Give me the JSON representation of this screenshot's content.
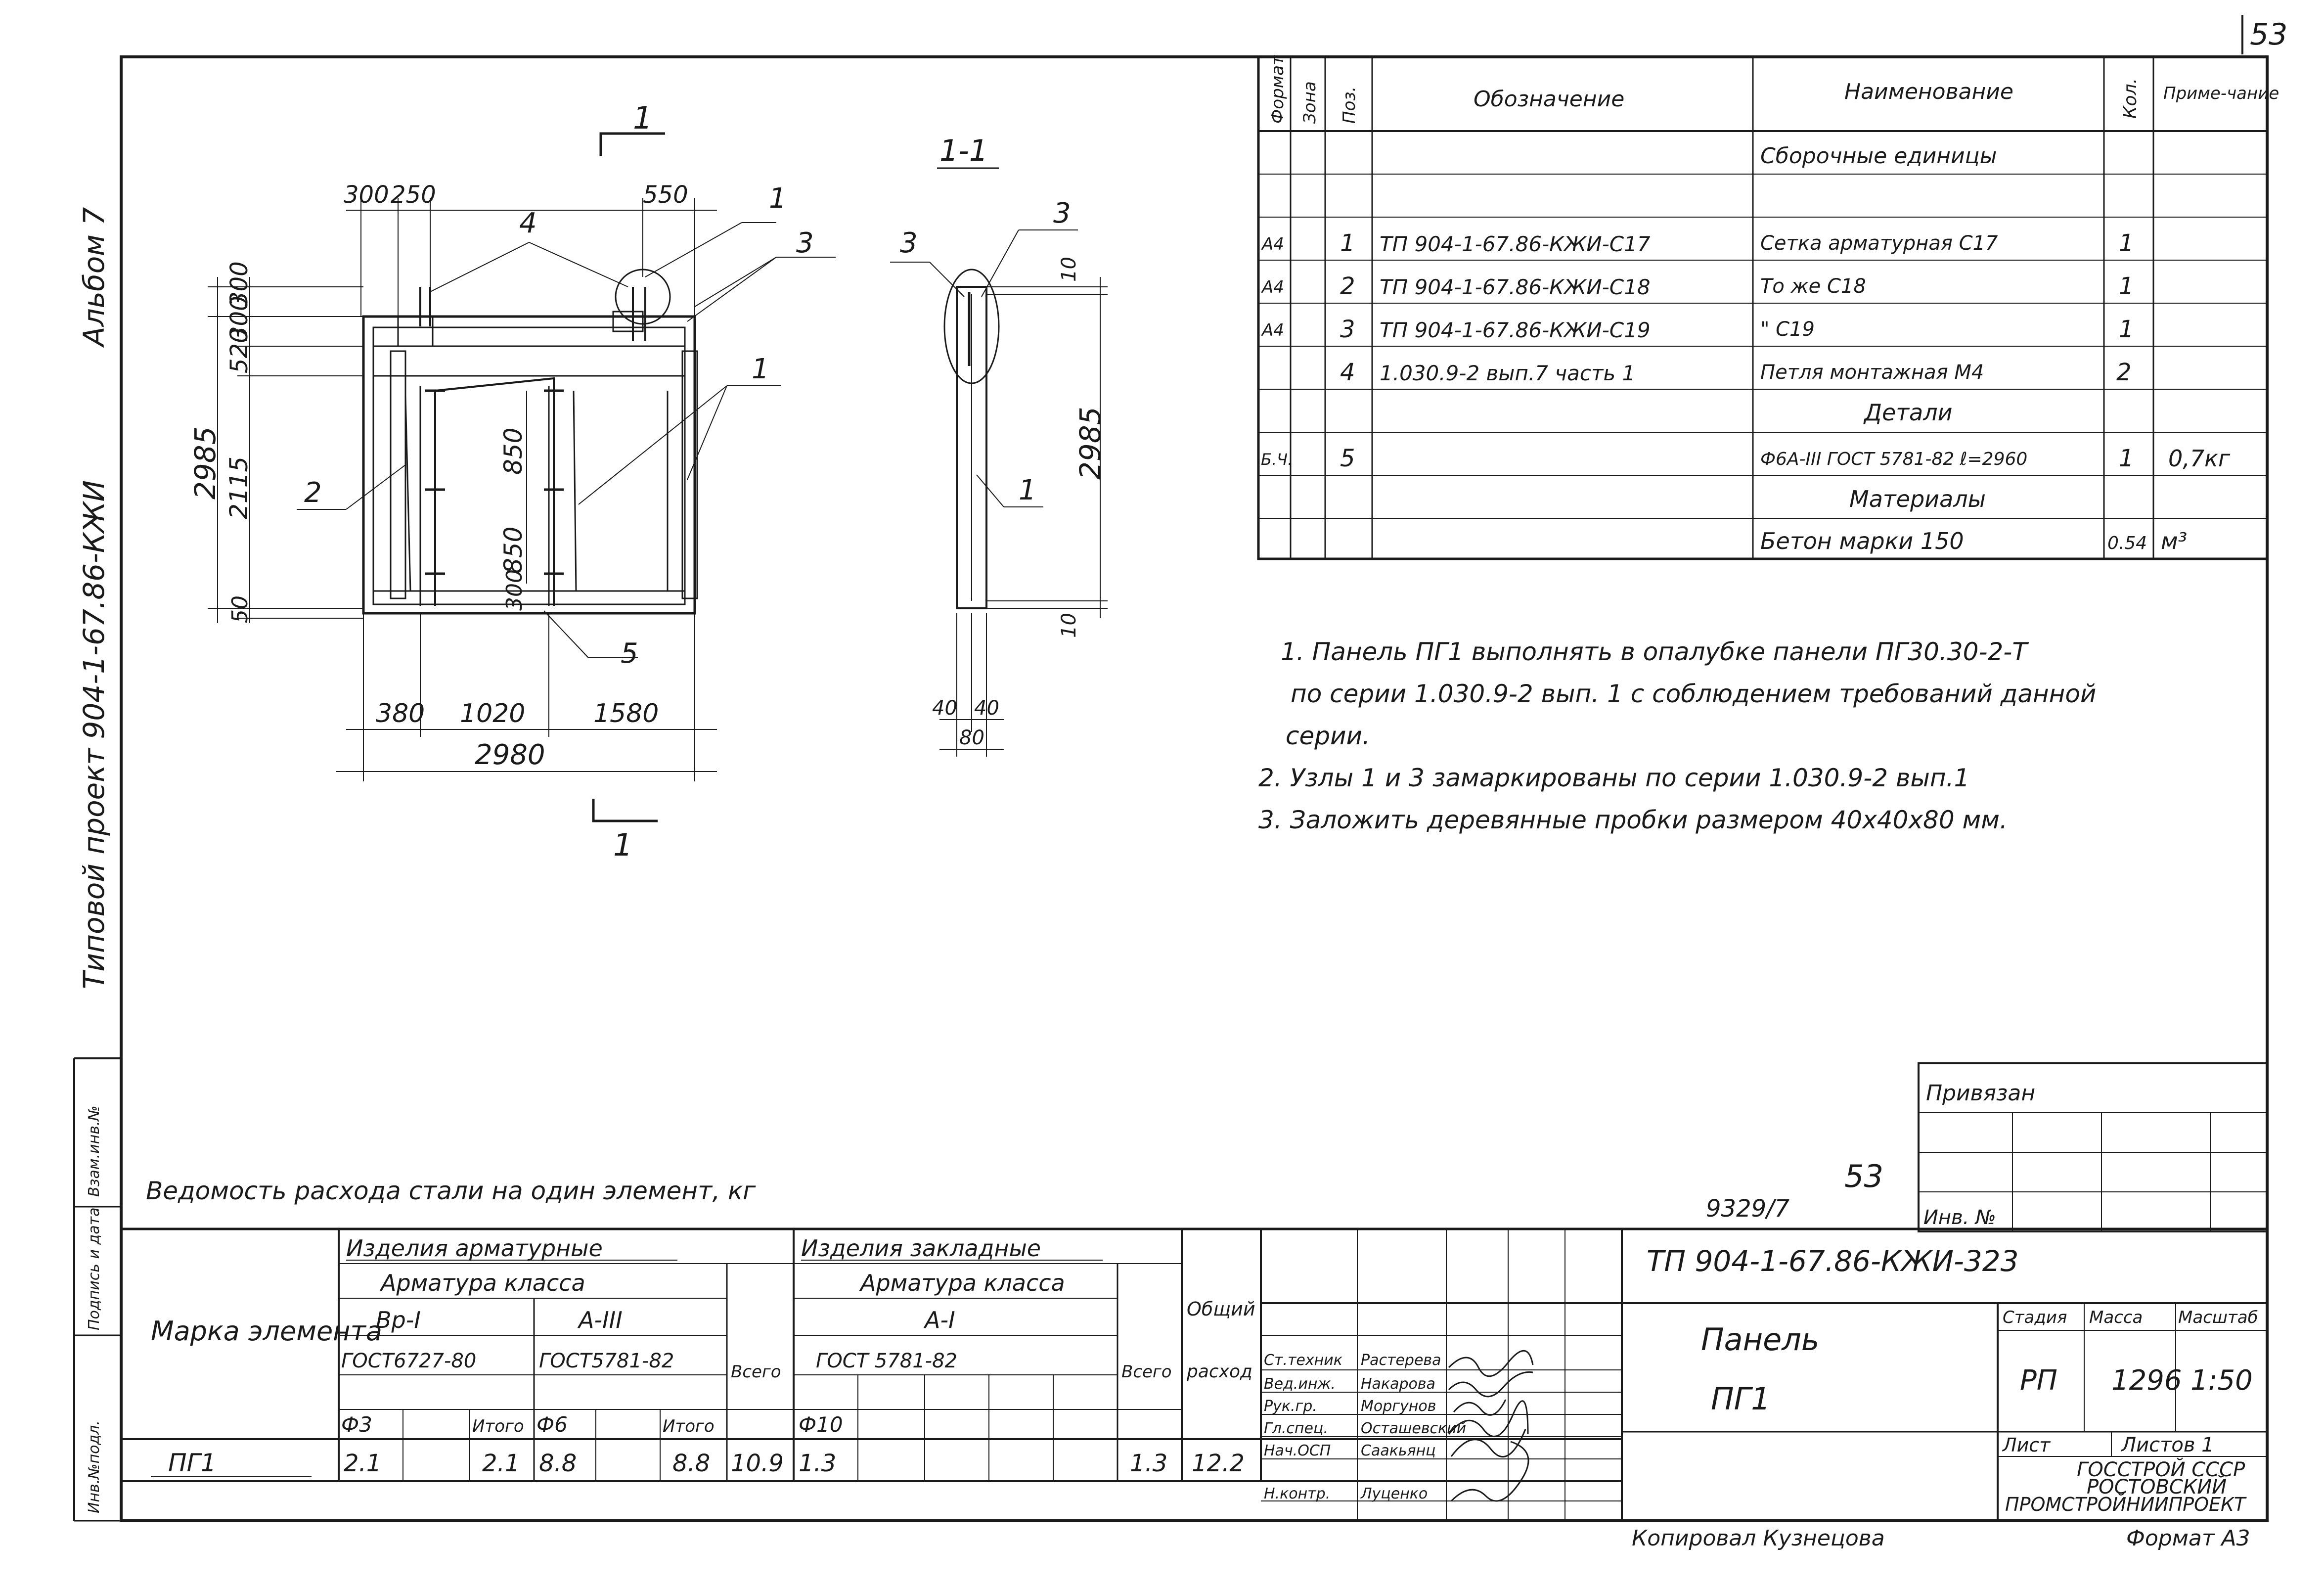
{
  "page_number": "53",
  "side_text": {
    "album": "Альбом 7",
    "project": "Типовой проект 904-1-67.86-КЖИ"
  },
  "margin_stamp": [
    "Инв.№подл.",
    "Подпись и дата",
    "Взам.инв.№"
  ],
  "plan": {
    "section_mark": "1",
    "dims_top": [
      "300",
      "250",
      "550"
    ],
    "dims_left": [
      "300",
      "520",
      "300",
      "2985",
      "2115",
      "50"
    ],
    "dims_mid": [
      "850",
      "850",
      "300"
    ],
    "dims_bottom": [
      "380",
      "1020",
      "1580",
      "2980"
    ],
    "callouts": [
      "1",
      "3",
      "4",
      "1",
      "2",
      "5"
    ]
  },
  "section": {
    "title": "1-1",
    "dims": [
      "10",
      "2985",
      "10",
      "40",
      "40",
      "80"
    ],
    "callouts": [
      "3",
      "3",
      "1"
    ]
  },
  "spec_table": {
    "headers": [
      "Формат",
      "Зона",
      "Поз.",
      "Обозначение",
      "Наименование",
      "Кол.",
      "Приме-чание"
    ],
    "rows": [
      {
        "format": "",
        "pos": "",
        "designation": "",
        "name": "Сборочные единицы",
        "qty": "",
        "note": ""
      },
      {
        "format": "",
        "pos": "",
        "designation": "",
        "name": "",
        "qty": "",
        "note": ""
      },
      {
        "format": "А4",
        "pos": "1",
        "designation": "ТП 904-1-67.86-КЖИ-С17",
        "name": "Сетка арматурная С17",
        "qty": "1",
        "note": ""
      },
      {
        "format": "А4",
        "pos": "2",
        "designation": "ТП 904-1-67.86-КЖИ-С18",
        "name": "То же  С18",
        "qty": "1",
        "note": ""
      },
      {
        "format": "А4",
        "pos": "3",
        "designation": "ТП 904-1-67.86-КЖИ-С19",
        "name": "\"  С19",
        "qty": "1",
        "note": ""
      },
      {
        "format": "",
        "pos": "4",
        "designation": "1.030.9-2 вып.7 часть 1",
        "name": "Петля монтажная М4",
        "qty": "2",
        "note": ""
      },
      {
        "format": "",
        "pos": "",
        "designation": "",
        "name": "Детали",
        "qty": "",
        "note": ""
      },
      {
        "format": "Б.Ч.",
        "pos": "5",
        "designation": "",
        "name": "Ф6А-III ГОСТ 5781-82 ℓ=2960",
        "qty": "1",
        "note": "0,7кг"
      },
      {
        "format": "",
        "pos": "",
        "designation": "",
        "name": "Материалы",
        "qty": "",
        "note": ""
      },
      {
        "format": "",
        "pos": "",
        "designation": "",
        "name": "Бетон марки 150",
        "qty": "0.54",
        "note": "м³"
      }
    ]
  },
  "notes": [
    "1. Панель ПГ1 выполнять в опалубке панели ПГ30.30-2-Т",
    "по серии 1.030.9-2 вып. 1 с соблюдением требований данной",
    "серии.",
    "2. Узлы 1 и 3 замаркированы по серии 1.030.9-2 вып.1",
    "3. Заложить деревянные пробки размером 40х40х80 мм."
  ],
  "steel_table": {
    "title": "Ведомость расхода стали на один элемент, кг",
    "mark_header": "Марка элемента",
    "group1": "Изделия арматурные",
    "group1_sub": "Арматура класса",
    "class_a": "Вр-I",
    "class_b": "А-III",
    "gost_a": "ГОСТ6727-80",
    "gost_b": "ГОСТ5781-82",
    "total_label": "Всего",
    "group2": "Изделия закладные",
    "group2_sub": "Арматура класса",
    "class_c": "А-I",
    "gost_c": "ГОСТ 5781-82",
    "overall_label_1": "Общий",
    "overall_label_2": "расход",
    "d3": "Ф3",
    "itogo": "Итого",
    "d6": "Ф6",
    "itogo2": "Итого",
    "d10": "Ф10",
    "row": {
      "mark": "ПГ1",
      "v1": "2.1",
      "v2": "2.1",
      "v3": "8.8",
      "v4": "8.8",
      "v5": "10.9",
      "v6": "1.3",
      "v7": "1.3",
      "v8": "12.2"
    }
  },
  "title_block": {
    "privyazan": "Привязан",
    "inv_label": "Инв. №",
    "sheet_num": "53",
    "archive_no": "9329/7",
    "code": "ТП 904-1-67.86-КЖИ-323",
    "name_1": "Панель",
    "name_2": "ПГ1",
    "stadia_label": "Стадия",
    "massa_label": "Масса",
    "scale_label": "Масштаб",
    "stadia": "РП",
    "massa": "1296",
    "scale": "1:50",
    "list_label": "Лист",
    "listov_label": "Листов 1",
    "org_1": "ГОССТРОЙ СССР",
    "org_2": "РОСТОВСКИЙ",
    "org_3": "ПРОМСТРОЙНИИПРОЕКТ",
    "signatures": [
      {
        "role": "Ст.техник",
        "name": "Растерева"
      },
      {
        "role": "Вед.инж.",
        "name": "Накарова"
      },
      {
        "role": "Рук.гр.",
        "name": "Моргунов"
      },
      {
        "role": "Гл.спец.",
        "name": "Осташевский"
      },
      {
        "role": "Нач.ОСП",
        "name": "Саакьянц"
      },
      {
        "role": "Н.контр.",
        "name": "Луценко"
      }
    ],
    "copied": "Копировал Кузнецова",
    "format": "Формат А3"
  }
}
